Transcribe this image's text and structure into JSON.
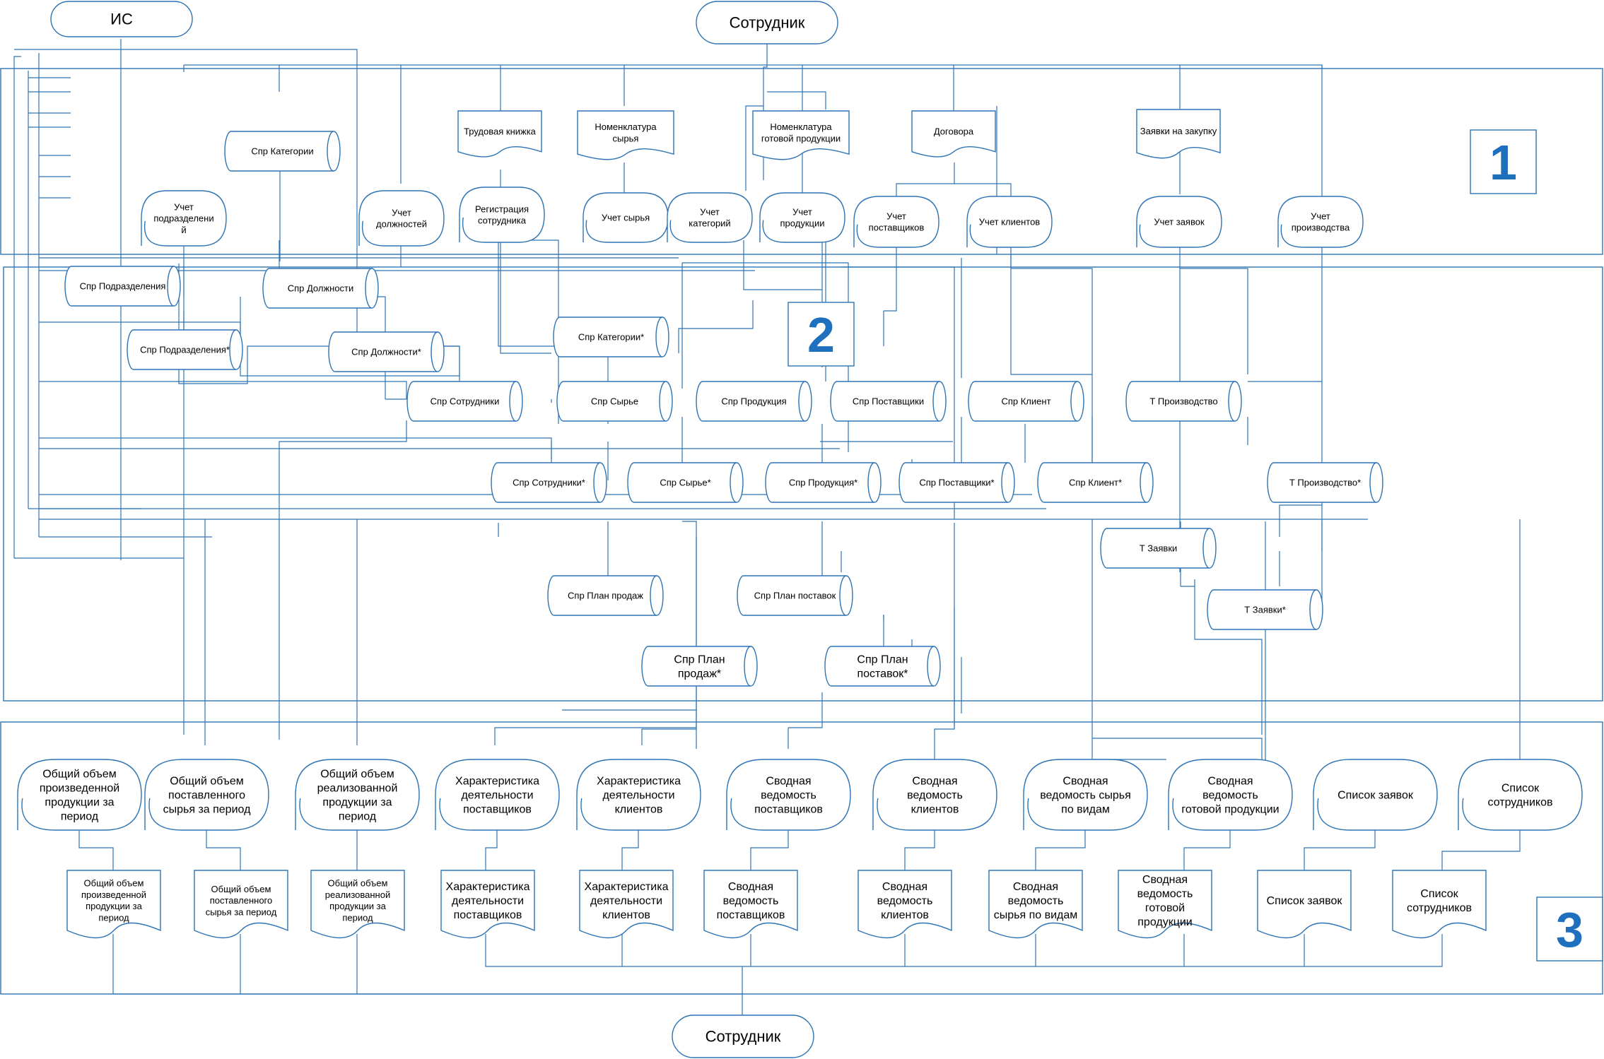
{
  "colors": {
    "line": "#2e74b5",
    "zone_label": "#1f6fbf",
    "background": "#ffffff"
  },
  "zones": [
    {
      "id": "z1",
      "label": "1"
    },
    {
      "id": "z2",
      "label": "2"
    },
    {
      "id": "z3",
      "label": "3"
    }
  ],
  "nodes": [
    {
      "id": "is",
      "type": "terminal",
      "lines": [
        "ИС"
      ]
    },
    {
      "id": "emp_top",
      "type": "terminal",
      "lines": [
        "Сотрудник"
      ]
    },
    {
      "id": "emp_bot",
      "type": "terminal",
      "lines": [
        "Сотрудник"
      ]
    },
    {
      "id": "doc_trud",
      "type": "document",
      "lines": [
        "Трудовая книжка"
      ]
    },
    {
      "id": "doc_nom_raw",
      "type": "document",
      "lines": [
        "Номенклатура",
        "сырья"
      ]
    },
    {
      "id": "doc_nom_prod",
      "type": "document",
      "lines": [
        "Номенклатура",
        "готовой продукции"
      ]
    },
    {
      "id": "doc_dogovor",
      "type": "document",
      "lines": [
        "Договора"
      ]
    },
    {
      "id": "doc_zayavki",
      "type": "document",
      "lines": [
        "Заявки на закупку"
      ]
    },
    {
      "id": "db_kat_top",
      "type": "storage",
      "lines": [
        "Спр Категории"
      ]
    },
    {
      "id": "p_podr",
      "type": "process",
      "lines": [
        "Учет",
        "подразделени",
        "й"
      ]
    },
    {
      "id": "p_dolzh",
      "type": "process",
      "lines": [
        "Учет",
        "должностей"
      ]
    },
    {
      "id": "p_reg",
      "type": "process",
      "lines": [
        "Регистрация",
        "сотрудника"
      ]
    },
    {
      "id": "p_raw",
      "type": "process",
      "lines": [
        "Учет сырья"
      ]
    },
    {
      "id": "p_kat",
      "type": "process",
      "lines": [
        "Учет",
        "категорий"
      ]
    },
    {
      "id": "p_prod",
      "type": "process",
      "lines": [
        "Учет",
        "продукции"
      ]
    },
    {
      "id": "p_post",
      "type": "process",
      "lines": [
        "Учет",
        "поставщиков"
      ]
    },
    {
      "id": "p_kl",
      "type": "process",
      "lines": [
        "Учет клиентов"
      ]
    },
    {
      "id": "p_zay",
      "type": "process",
      "lines": [
        "Учет заявок"
      ]
    },
    {
      "id": "p_proizv",
      "type": "process",
      "lines": [
        "Учет",
        "производства"
      ]
    },
    {
      "id": "s_podr",
      "type": "storage",
      "lines": [
        "Спр Подразделения"
      ]
    },
    {
      "id": "s_dolzh",
      "type": "storage",
      "lines": [
        "Спр Должности"
      ]
    },
    {
      "id": "s_podr2",
      "type": "storage",
      "lines": [
        "Спр Подразделения*"
      ]
    },
    {
      "id": "s_dolzh2",
      "type": "storage",
      "lines": [
        "Спр Должности*"
      ]
    },
    {
      "id": "s_kat2",
      "type": "storage",
      "lines": [
        "Спр Категории*"
      ]
    },
    {
      "id": "s_sotr",
      "type": "storage",
      "lines": [
        "Спр Сотрудники"
      ]
    },
    {
      "id": "s_raw",
      "type": "storage",
      "lines": [
        "Спр Сырье"
      ]
    },
    {
      "id": "s_prod",
      "type": "storage",
      "lines": [
        "Спр Продукция"
      ]
    },
    {
      "id": "s_post",
      "type": "storage",
      "lines": [
        "Спр Поставщики"
      ]
    },
    {
      "id": "s_kl",
      "type": "storage",
      "lines": [
        "Спр Клиент"
      ]
    },
    {
      "id": "t_proizv",
      "type": "storage",
      "lines": [
        "Т Производство"
      ]
    },
    {
      "id": "s_sotr2",
      "type": "storage",
      "lines": [
        "Спр Сотрудники*"
      ]
    },
    {
      "id": "s_raw2",
      "type": "storage",
      "lines": [
        "Спр Сырье*"
      ]
    },
    {
      "id": "s_prod2",
      "type": "storage",
      "lines": [
        "Спр Продукция*"
      ]
    },
    {
      "id": "s_post2",
      "type": "storage",
      "lines": [
        "Спр Поставщики*"
      ]
    },
    {
      "id": "s_kl2",
      "type": "storage",
      "lines": [
        "Спр Клиент*"
      ]
    },
    {
      "id": "t_proizv2",
      "type": "storage",
      "lines": [
        "Т Производство*"
      ]
    },
    {
      "id": "t_zay",
      "type": "storage",
      "lines": [
        "Т Заявки"
      ]
    },
    {
      "id": "s_plan_pr",
      "type": "storage",
      "lines": [
        "Спр План продаж"
      ]
    },
    {
      "id": "s_plan_post",
      "type": "storage",
      "lines": [
        "Спр План поставок"
      ]
    },
    {
      "id": "t_zay2",
      "type": "storage",
      "lines": [
        "Т Заявки*"
      ]
    },
    {
      "id": "s_plan_pr2",
      "type": "storage",
      "lines": [
        "Спр План",
        "продаж*"
      ]
    },
    {
      "id": "s_plan_post2",
      "type": "storage",
      "lines": [
        "Спр План",
        "поставок*"
      ]
    },
    {
      "id": "r1",
      "type": "process",
      "lines": [
        "Общий объем",
        "произведенной",
        "продукции за",
        "период"
      ]
    },
    {
      "id": "r2",
      "type": "process",
      "lines": [
        "Общий объем",
        "поставленного",
        "сырья за период"
      ]
    },
    {
      "id": "r3",
      "type": "process",
      "lines": [
        "Общий объем",
        "реализованной",
        "продукции за",
        "период"
      ]
    },
    {
      "id": "r4",
      "type": "process",
      "lines": [
        "Характеристика",
        "деятельности",
        "поставщиков"
      ]
    },
    {
      "id": "r5",
      "type": "process",
      "lines": [
        "Характеристика",
        "деятельности",
        "клиентов"
      ]
    },
    {
      "id": "r6",
      "type": "process",
      "lines": [
        "Сводная",
        "ведомость",
        "поставщиков"
      ]
    },
    {
      "id": "r7",
      "type": "process",
      "lines": [
        "Сводная",
        "ведомость",
        "клиентов"
      ]
    },
    {
      "id": "r8",
      "type": "process",
      "lines": [
        "Сводная",
        "ведомость сырья",
        "по видам"
      ]
    },
    {
      "id": "r9",
      "type": "process",
      "lines": [
        "Сводная",
        "ведомость",
        "готовой продукции"
      ]
    },
    {
      "id": "r10",
      "type": "process",
      "lines": [
        "Список заявок"
      ]
    },
    {
      "id": "r11",
      "type": "process",
      "lines": [
        "Список",
        "сотрудников"
      ]
    },
    {
      "id": "d1",
      "type": "document",
      "lines": [
        "Общий объем",
        "произведенной",
        "продукции за",
        "период"
      ]
    },
    {
      "id": "d2",
      "type": "document",
      "lines": [
        "Общий объем",
        "поставленного",
        "сырья за период"
      ]
    },
    {
      "id": "d3",
      "type": "document",
      "lines": [
        "Общий объем",
        "реализованной",
        "продукции за",
        "период"
      ]
    },
    {
      "id": "d4",
      "type": "document",
      "lines": [
        "Характеристика",
        "деятельности",
        "поставщиков"
      ]
    },
    {
      "id": "d5",
      "type": "document",
      "lines": [
        "Характеристика",
        "деятельности",
        "клиентов"
      ]
    },
    {
      "id": "d6",
      "type": "document",
      "lines": [
        "Сводная",
        "ведомость",
        "поставщиков"
      ]
    },
    {
      "id": "d7",
      "type": "document",
      "lines": [
        "Сводная",
        "ведомость",
        "клиентов"
      ]
    },
    {
      "id": "d8",
      "type": "document",
      "lines": [
        "Сводная",
        "ведомость",
        "сырья по видам"
      ]
    },
    {
      "id": "d9",
      "type": "document",
      "lines": [
        "Сводная",
        "ведомость",
        "готовой",
        "продукции"
      ]
    },
    {
      "id": "d10",
      "type": "document",
      "lines": [
        "Список заявок"
      ]
    },
    {
      "id": "d11",
      "type": "document",
      "lines": [
        "Список",
        "сотрудников"
      ]
    }
  ]
}
